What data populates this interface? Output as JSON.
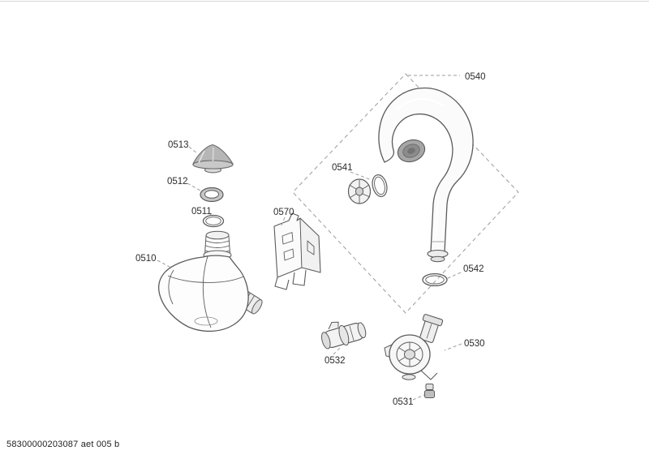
{
  "document": {
    "footer_code": "58300000203087 aet 005 b"
  },
  "labels": {
    "p0510": "0510",
    "p0511": "0511",
    "p0512": "0512",
    "p0513": "0513",
    "p0530": "0530",
    "p0531": "0531",
    "p0532": "0532",
    "p0540": "0540",
    "p0541": "0541",
    "p0542": "0542",
    "p0570": "0570"
  },
  "colors": {
    "line": "#5b5b5b",
    "leader": "#9c9c9c",
    "label_text": "#2b2b2b",
    "background": "#ffffff"
  }
}
